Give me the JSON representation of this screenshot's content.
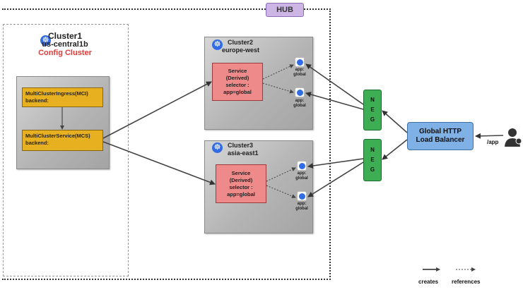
{
  "hub": {
    "label": "HUB"
  },
  "cluster1": {
    "title": "Cluster1",
    "region": "us-central1b",
    "role": "Config Cluster",
    "mci": {
      "line1": "MultiClusterIngress(MCI)",
      "line2": "backend:"
    },
    "mcs": {
      "line1": "MultiClusterService(MCS)",
      "line2": "backend:"
    }
  },
  "cluster2": {
    "title": "Cluster2",
    "region": "europe-west",
    "service": {
      "line1": "Service",
      "line2": "(Derived)",
      "line3": "selector :",
      "line4": "app=global"
    },
    "pods": [
      {
        "line1": "app:",
        "line2": "global"
      },
      {
        "line1": "app:",
        "line2": "global"
      }
    ]
  },
  "cluster3": {
    "title": "Cluster3",
    "region": "asia-east1",
    "service": {
      "line1": "Service",
      "line2": "(Derived)",
      "line3": "selector :",
      "line4": "app=global"
    },
    "pods": [
      {
        "line1": "app:",
        "line2": "global"
      },
      {
        "line1": "app:",
        "line2": "global"
      }
    ]
  },
  "neg": {
    "letters": [
      "N",
      "E",
      "G"
    ]
  },
  "load_balancer": {
    "line1": "Global HTTP",
    "line2": "Load Balancer"
  },
  "path_label": "/app",
  "user_icon": "user-icon",
  "legend": {
    "creates": "creates",
    "references": "references"
  },
  "colors": {
    "mcx": "#e6b020",
    "service": "#ee8a8a",
    "neg": "#3dae54",
    "load_balancer": "#7fb0e6",
    "hub": "#cdb6e6",
    "kubernetes": "#326ce5",
    "config_cluster_text": "#e53935"
  }
}
